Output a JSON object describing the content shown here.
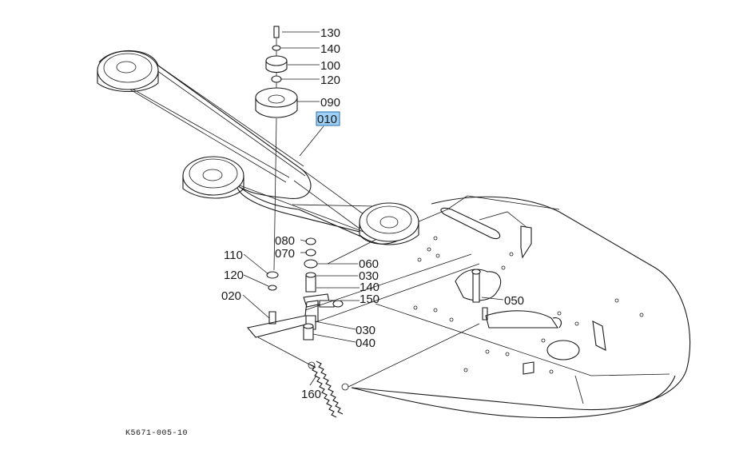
{
  "diagram": {
    "drawing_code": "K5671-005-10",
    "selected_part": "010",
    "highlight_color": "#9fd0f5",
    "callouts": [
      {
        "id": "130",
        "label": "130"
      },
      {
        "id": "140a",
        "label": "140"
      },
      {
        "id": "100",
        "label": "100"
      },
      {
        "id": "120a",
        "label": "120"
      },
      {
        "id": "090",
        "label": "090"
      },
      {
        "id": "010",
        "label": "010"
      },
      {
        "id": "080",
        "label": "080"
      },
      {
        "id": "070",
        "label": "070"
      },
      {
        "id": "060",
        "label": "060"
      },
      {
        "id": "030a",
        "label": "030"
      },
      {
        "id": "140b",
        "label": "140"
      },
      {
        "id": "150",
        "label": "150"
      },
      {
        "id": "110",
        "label": "110"
      },
      {
        "id": "120b",
        "label": "120"
      },
      {
        "id": "020",
        "label": "020"
      },
      {
        "id": "050",
        "label": "050"
      },
      {
        "id": "030b",
        "label": "030"
      },
      {
        "id": "040",
        "label": "040"
      },
      {
        "id": "160",
        "label": "160"
      }
    ]
  }
}
